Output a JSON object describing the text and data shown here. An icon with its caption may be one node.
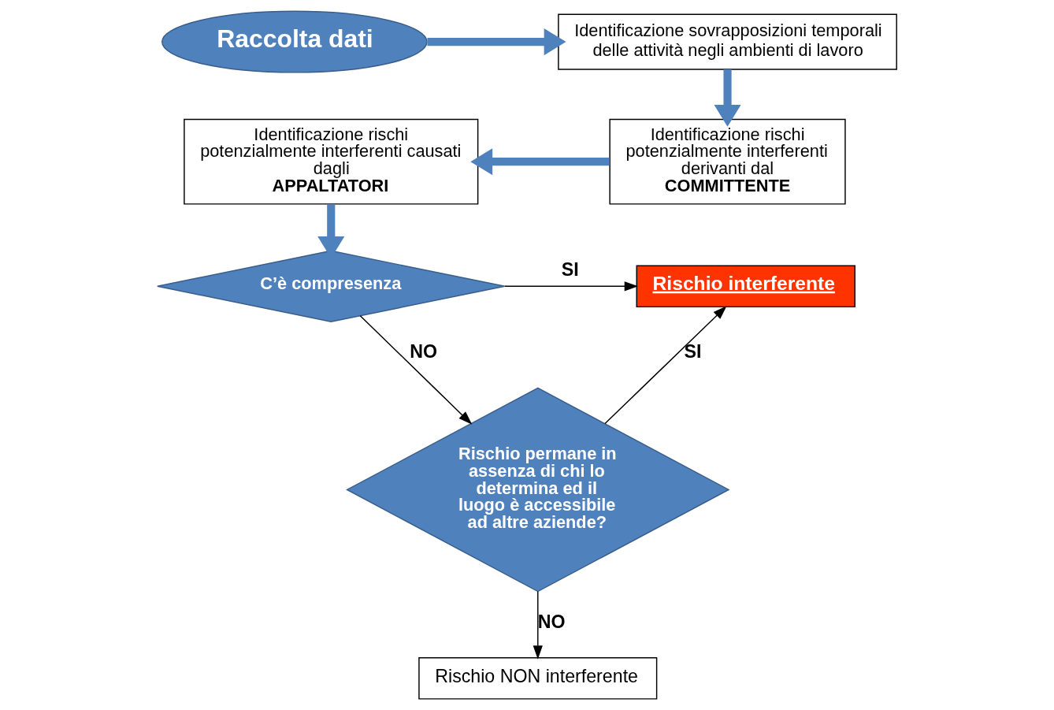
{
  "diagram": {
    "nodes": [
      {
        "text": [
          "Raccolta dati"
        ]
      },
      {
        "text": [
          "Identificazione sovrapposizioni temporali delle attività negli ambienti di lavoro"
        ]
      },
      {
        "text": [
          "Identificazione rischi potenzialmente interferenti derivanti dal",
          "COMMITTENTE"
        ]
      },
      {
        "text": [
          "Identificazione rischi potenzialmente interferenti causati dagli",
          "APPALTATORI"
        ]
      },
      {
        "text": [
          "C’è compresenza"
        ]
      },
      {
        "text": [
          "Rischio interferente"
        ]
      },
      {
        "text": [
          "Rischio permane in assenza di chi lo determina ed il luogo è accessibile ad altre aziende?"
        ]
      },
      {
        "text": [
          "Rischio NON interferente"
        ]
      }
    ],
    "edges": [
      {
        "from": 0,
        "to": 1,
        "arrow": "to",
        "style": "thick",
        "color": "#4f81bd"
      },
      {
        "from": 1,
        "to": 2,
        "arrow": "to",
        "style": "thick",
        "color": "#4f81bd"
      },
      {
        "from": 2,
        "to": 3,
        "arrow": "to",
        "style": "thick",
        "color": "#4f81bd"
      },
      {
        "from": 3,
        "to": 4,
        "arrow": "to",
        "style": "thick",
        "color": "#4f81bd"
      },
      {
        "from": 4,
        "to": 5,
        "arrow": "to",
        "label": "SI",
        "color": "#000000"
      },
      {
        "from": 4,
        "to": 6,
        "arrow": "to",
        "label": "NO",
        "color": "#000000"
      },
      {
        "from": 6,
        "to": 5,
        "arrow": "to",
        "label": "SI",
        "color": "#000000"
      },
      {
        "from": 6,
        "to": 7,
        "arrow": "to",
        "label": "NO",
        "color": "#000000"
      }
    ]
  }
}
